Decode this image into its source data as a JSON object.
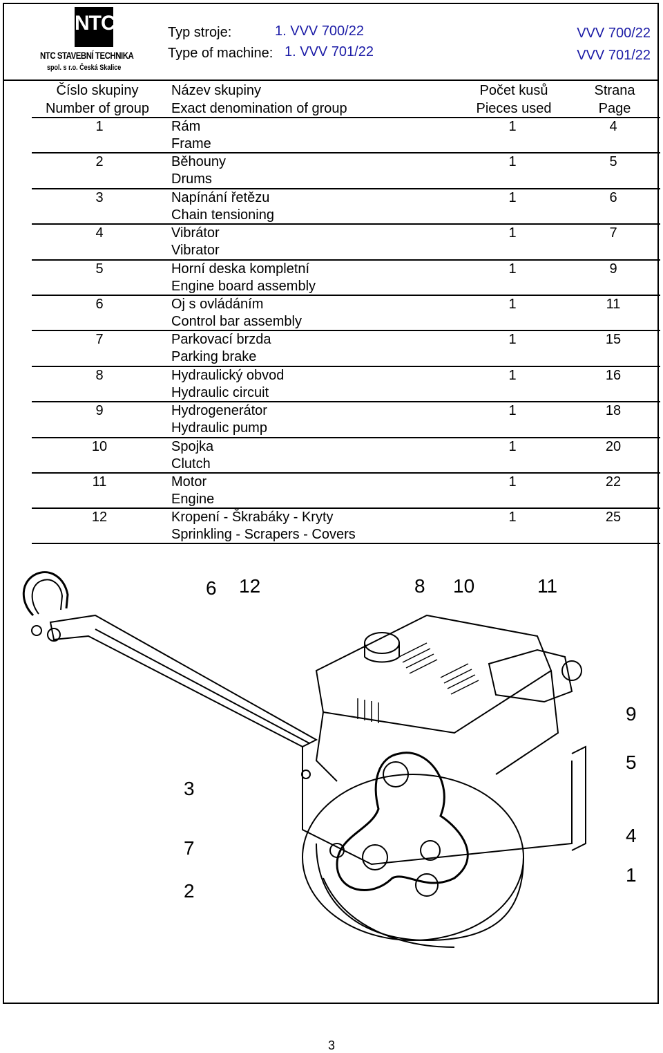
{
  "header": {
    "logo_text": "NTC",
    "company_name": "NTC STAVEBNÍ TECHNIKA",
    "company_sub": "spol. s r.o.  Česká Skalice",
    "machine_label_cz": "Typ stroje:",
    "machine_label_en": "Type of machine:",
    "machine_value_1": "1. VVV 700/22",
    "machine_value_2": "1. VVV 701/22",
    "code_right_1": "VVV 700/22",
    "code_right_2": "VVV 701/22"
  },
  "table": {
    "headers_cz": [
      "Číslo skupiny",
      "Název skupiny",
      "Počet kusů",
      "Strana"
    ],
    "headers_en": [
      "Number of group",
      "Exact denomination of group",
      "Pieces used",
      "Page"
    ],
    "rows": [
      {
        "num": "1",
        "name_cz": "Rám",
        "name_en": "Frame",
        "pcs": "1",
        "page": "4"
      },
      {
        "num": "2",
        "name_cz": "Běhouny",
        "name_en": "Drums",
        "pcs": "1",
        "page": "5"
      },
      {
        "num": "3",
        "name_cz": "Napínání řetězu",
        "name_en": "Chain tensioning",
        "pcs": "1",
        "page": "6"
      },
      {
        "num": "4",
        "name_cz": "Vibrátor",
        "name_en": "Vibrator",
        "pcs": "1",
        "page": "7"
      },
      {
        "num": "5",
        "name_cz": "Horní deska kompletní",
        "name_en": "Engine board assembly",
        "pcs": "1",
        "page": "9"
      },
      {
        "num": "6",
        "name_cz": "Oj s ovládáním",
        "name_en": "Control bar assembly",
        "pcs": "1",
        "page": "11"
      },
      {
        "num": "7",
        "name_cz": "Parkovací brzda",
        "name_en": "Parking brake",
        "pcs": "1",
        "page": "15"
      },
      {
        "num": "8",
        "name_cz": "Hydraulický obvod",
        "name_en": "Hydraulic circuit",
        "pcs": "1",
        "page": "16"
      },
      {
        "num": "9",
        "name_cz": "Hydrogenerátor",
        "name_en": "Hydraulic pump",
        "pcs": "1",
        "page": "18"
      },
      {
        "num": "10",
        "name_cz": "Spojka",
        "name_en": "Clutch",
        "pcs": "1",
        "page": "20"
      },
      {
        "num": "11",
        "name_cz": "Motor",
        "name_en": "Engine",
        "pcs": "1",
        "page": "22"
      },
      {
        "num": "12",
        "name_cz": "Kropení - Škrabáky - Kryty",
        "name_en": "Sprinkling - Scrapers - Covers",
        "pcs": "1",
        "page": "25"
      }
    ]
  },
  "diagram": {
    "callouts": [
      "6",
      "12",
      "8",
      "10",
      "11",
      "9",
      "5",
      "4",
      "1",
      "3",
      "7",
      "2"
    ]
  },
  "footer": {
    "page_number": "3"
  },
  "colors": {
    "blue_text": "#1a1aa6"
  }
}
